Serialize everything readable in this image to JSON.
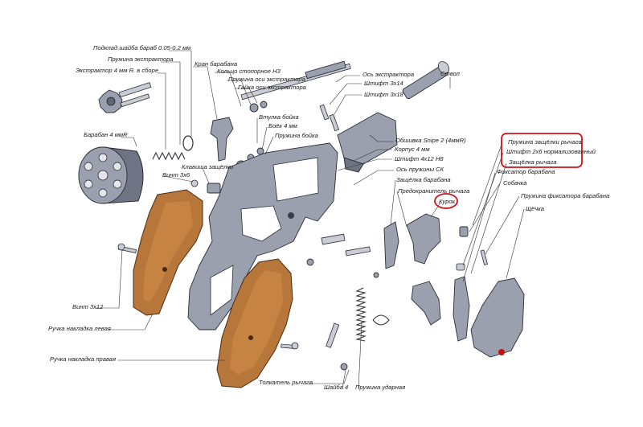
{
  "labels": {
    "podkladnaya_shaiba": "Подклад.шайба бараб 0.05-0.2 мм",
    "pruzhina_ekstraktora": "Пружина экстрактора",
    "ekstraktor": "Экстрактор 4 мм R. в сборе",
    "baraban": "Барабан 4 ммR",
    "kran_barabana": "Кран барабана",
    "kolco_stopornoe": "Кольцо стопорное Н3",
    "pruzhina_osi_ekstraktora": "Пружина оси экстрактора",
    "gaika_osi_ekstraktora": "Гайка оси экстрактора",
    "os_ekstraktora": "Ось экстрактора",
    "shtift_3x14": "Штифт 3х14",
    "shtift_3x18": "Штифт 3х18",
    "stvol": "Ствол",
    "vtulka_boika": "Втулка бойка",
    "boek": "Боёк 4 мм",
    "pruzhina_boika": "Пружина бойка",
    "obshivka": "Обшивка Snipe 2 (4ммR)",
    "korpus": "Корпус 4 мм",
    "shtift_4x12": "Штифт 4х12 Н8",
    "os_pruzhiny": "Ось пружины СК",
    "klavisha_zaschelki": "Клавиша защёлки",
    "vint_3x6": "Винт 3х6",
    "zaschelka_barabana": "Защёлка барабана",
    "predohranitel_rychaga": "Предохранитель рычага",
    "kurok": "Курок",
    "pruzhina_zaschelki_rychaga": "Пружина защёлки рычага",
    "shtift_2x6": "Штифт 2х6 нормализованный",
    "zaschelka_rychaga": "Защёлка рычага",
    "fiksator_barabana": "Фиксатор барабана",
    "sobachka": "Собачка",
    "pruzhina_fiksatora_barabana": "Пружина фиксатора барабана",
    "scheka": "Щёчка",
    "vint_3x12": "Винт 3х12",
    "ruchka_levaya": "Ручка накладка левая",
    "ruchka_pravaya": "Ручка накладка правая",
    "tolkatel_rychaga": "Толкатель рычага",
    "shaiba_4": "Шайба 4",
    "pruzhina_udarnaya": "Пружина ударная"
  },
  "highlight_color": "#d0121b",
  "highlighted": [
    "Курок",
    "Пружина защёлки рычага",
    "Штифт 2х6 нормализованный"
  ]
}
